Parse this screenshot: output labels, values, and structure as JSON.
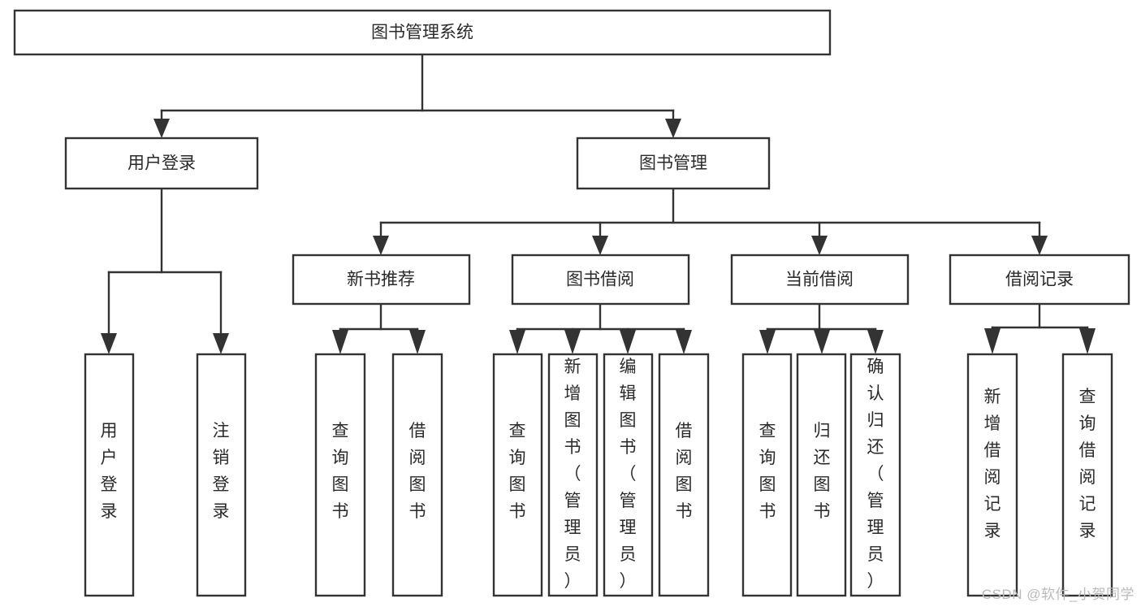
{
  "diagram": {
    "type": "tree",
    "title": "图书管理系统",
    "orientation": "top-down",
    "colors": {
      "box_stroke": "#333333",
      "box_fill": "#ffffff",
      "text": "#2a2a2a",
      "background": "#ffffff",
      "watermark": "#b9b9b9"
    },
    "nodes": {
      "root": {
        "label": "图书管理系统"
      },
      "level2": [
        {
          "id": "user-login",
          "label": "用户登录"
        },
        {
          "id": "book-management",
          "label": "图书管理"
        }
      ],
      "level3": [
        {
          "id": "new-book-recommend",
          "label": "新书推荐"
        },
        {
          "id": "book-borrow",
          "label": "图书借阅"
        },
        {
          "id": "current-borrow",
          "label": "当前借阅"
        },
        {
          "id": "borrow-record",
          "label": "借阅记录"
        }
      ],
      "leaves": {
        "user-login": [
          {
            "id": "leaf-user-login",
            "label": "用户登录"
          },
          {
            "id": "leaf-logout",
            "label": "注销登录"
          }
        ],
        "new-book-recommend": [
          {
            "id": "leaf-query-book-1",
            "label": "查询图书"
          },
          {
            "id": "leaf-borrow-book-1",
            "label": "借阅图书"
          }
        ],
        "book-borrow": [
          {
            "id": "leaf-query-book-2",
            "label": "查询图书"
          },
          {
            "id": "leaf-add-book",
            "label": "新增图书（管理员）"
          },
          {
            "id": "leaf-edit-book",
            "label": "编辑图书（管理员）"
          },
          {
            "id": "leaf-borrow-book-2",
            "label": "借阅图书"
          }
        ],
        "current-borrow": [
          {
            "id": "leaf-query-book-3",
            "label": "查询图书"
          },
          {
            "id": "leaf-return-book",
            "label": "归还图书"
          },
          {
            "id": "leaf-confirm-return",
            "label": "确认归还（管理员）"
          }
        ],
        "borrow-record": [
          {
            "id": "leaf-add-record",
            "label": "新增借阅记录"
          },
          {
            "id": "leaf-query-record",
            "label": "查询借阅记录"
          }
        ]
      }
    }
  },
  "watermark": {
    "text": "CSDN @软件_小贺同学"
  }
}
